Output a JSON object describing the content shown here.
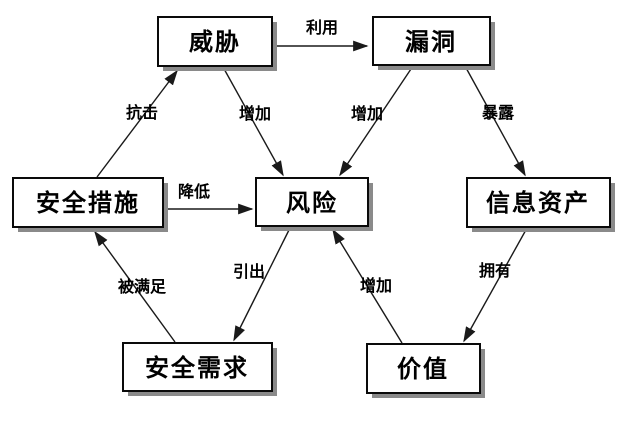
{
  "diagram": {
    "type": "concept-relationship-diagram",
    "language": "zh-CN",
    "colors": {
      "background": "#ffffff",
      "node_fill": "#ffffff",
      "node_border": "#000000",
      "node_shadow": "#8a8a8a",
      "line": "#1a1a1a",
      "text": "#000000"
    },
    "nodes": [
      {
        "id": "threat",
        "label": "威胁"
      },
      {
        "id": "vulnerability",
        "label": "漏洞"
      },
      {
        "id": "security-measures",
        "label": "安全措施"
      },
      {
        "id": "risk",
        "label": "风险"
      },
      {
        "id": "information-assets",
        "label": "信息资产"
      },
      {
        "id": "security-requirements",
        "label": "安全需求"
      },
      {
        "id": "value",
        "label": "价值"
      }
    ],
    "edges": [
      {
        "from": "威胁",
        "to": "漏洞",
        "label": "利用"
      },
      {
        "from": "安全措施",
        "to": "威胁",
        "label": "抗击"
      },
      {
        "from": "威胁",
        "to": "风险",
        "label": "增加"
      },
      {
        "from": "漏洞",
        "to": "风险",
        "label": "增加"
      },
      {
        "from": "漏洞",
        "to": "信息资产",
        "label": "暴露"
      },
      {
        "from": "安全措施",
        "to": "风险",
        "label": "降低"
      },
      {
        "from": "安全需求",
        "to": "安全措施",
        "label": "被满足"
      },
      {
        "from": "风险",
        "to": "安全需求",
        "label": "引出"
      },
      {
        "from": "价值",
        "to": "风险",
        "label": "增加"
      },
      {
        "from": "信息资产",
        "to": "价值",
        "label": "拥有"
      }
    ]
  }
}
